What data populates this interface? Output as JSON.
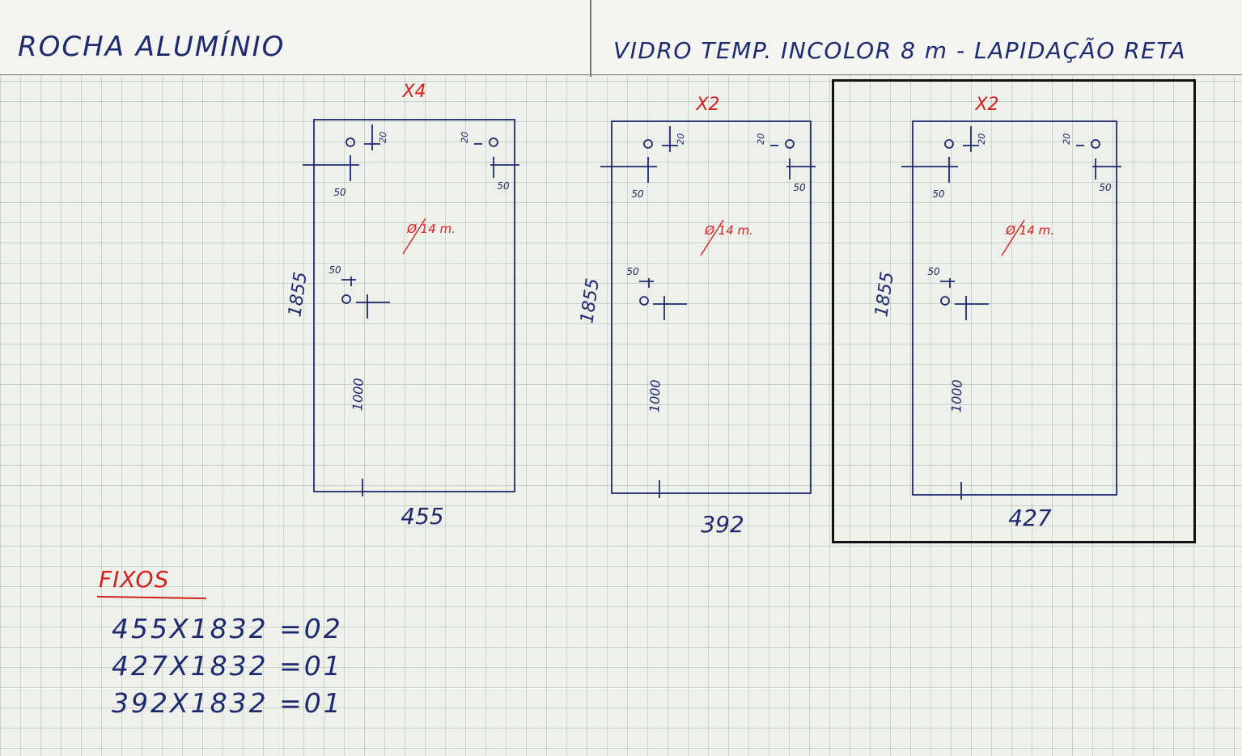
{
  "header": {
    "left_title": "ROCHA ALUMÍNIO",
    "right_title": "VIDRO TEMP. INCOLOR 8 m - LAPIDAÇÃO RETA"
  },
  "panels": [
    {
      "quantity": "X4",
      "width_label": "455",
      "height_label": "1855",
      "hole_height_label": "1000",
      "hole_diameter_label": "Ø 14 m.",
      "top_offset_label": "20",
      "side_offset_label": "50",
      "middle_offset_label": "50"
    },
    {
      "quantity": "X2",
      "width_label": "392",
      "height_label": "1855",
      "hole_height_label": "1000",
      "hole_diameter_label": "Ø 14 m.",
      "top_offset_label": "20",
      "side_offset_label": "50",
      "middle_offset_label": "50"
    },
    {
      "quantity": "X2",
      "width_label": "427",
      "height_label": "1855",
      "hole_height_label": "1000",
      "hole_diameter_label": "Ø 14 m.",
      "top_offset_label": "20",
      "side_offset_label": "50",
      "middle_offset_label": "50"
    }
  ],
  "fixos": {
    "title": "FIXOS",
    "lines": [
      "455X1832 =02",
      "427X1832 =01",
      "392X1832 =01"
    ]
  },
  "colors": {
    "ink_blue": "#1e2a6e",
    "ink_red": "#d42020",
    "highlight_frame": "#111111"
  }
}
